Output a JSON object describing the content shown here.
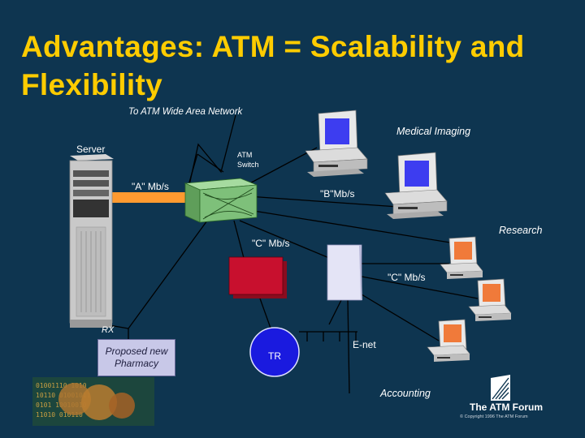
{
  "title": "Advantages: ATM = Scalability and Flexibility",
  "labels": {
    "wan": "To ATM Wide Area Network",
    "medical": "Medical Imaging",
    "server": "Server",
    "atm_switch_1": "ATM",
    "atm_switch_2": "Switch",
    "a_rate": "\"A\" Mb/s",
    "b_rate": "\"B\"Mb/s",
    "research": "Research",
    "c_rate_1": "\"C\" Mb/s",
    "c_rate_2": "\"C\" Mb/s",
    "rx": "RX",
    "pharmacy_1": "Proposed new",
    "pharmacy_2": "Pharmacy",
    "tr": "TR",
    "enet": "E-net",
    "accounting": "Accounting"
  },
  "footer": {
    "brand": "The ATM Forum",
    "copyright": "© Copyright 1996 The ATM Forum"
  },
  "colors": {
    "background": "#0e3550",
    "title": "#ffcc00",
    "link": "#000000",
    "server_link": "#ff9a30",
    "switch": "#7ec07a",
    "router": "#c8102e",
    "tr_ring": "#1a1adf",
    "screen_blue": "#3d3df0",
    "screen_orange": "#f07a3a"
  }
}
